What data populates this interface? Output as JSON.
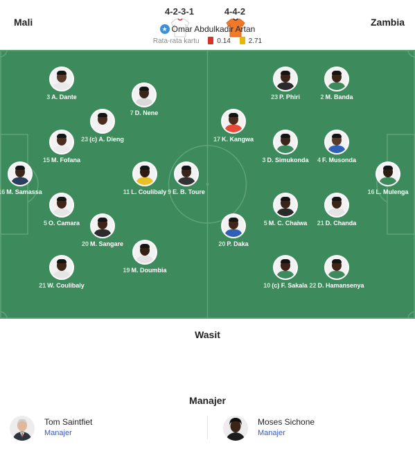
{
  "header": {
    "home_team": "Mali",
    "away_team": "Zambia",
    "home_formation": "4-2-3-1",
    "away_formation": "4-4-2",
    "home_kit_color": "#ffffff",
    "away_kit_color": "#f07a2a"
  },
  "home_players": [
    {
      "num": "3",
      "name": "A. Dante",
      "skin": "#5a3a2a",
      "shirt": "#e9e9e9"
    },
    {
      "num": "7",
      "name": "D. Nene",
      "skin": "#3b2418",
      "shirt": "#d9d9d9"
    },
    {
      "num": "23",
      "name": "(c) A. Dieng",
      "skin": "#4a2c1f",
      "shirt": "#f1f1f1"
    },
    {
      "num": "15",
      "name": "M. Fofana",
      "skin": "#4b2e20",
      "shirt": "#ececec"
    },
    {
      "num": "16",
      "name": "M. Samassa",
      "skin": "#3c2519",
      "shirt": "#2b3d5c"
    },
    {
      "num": "11",
      "name": "L. Coulibaly",
      "skin": "#2f1c13",
      "shirt": "#e8c12a"
    },
    {
      "num": "9",
      "name": "E. B. Toure",
      "skin": "#3a2319",
      "shirt": "#333333"
    },
    {
      "num": "5",
      "name": "O. Camara",
      "skin": "#402618",
      "shirt": "#e6e6e6"
    },
    {
      "num": "20",
      "name": "M. Sangare",
      "skin": "#3e2417",
      "shirt": "#2c2c2c"
    },
    {
      "num": "19",
      "name": "M. Doumbia",
      "skin": "#352015",
      "shirt": "#e3e3e3"
    },
    {
      "num": "21",
      "name": "W. Coulibaly",
      "skin": "#3d2518",
      "shirt": "#e5e5e5"
    }
  ],
  "away_players": [
    {
      "num": "17",
      "name": "K. Kangwa",
      "skin": "#4a2c1f",
      "shirt": "#e84a3a"
    },
    {
      "num": "20",
      "name": "P. Daka",
      "skin": "#3f2619",
      "shirt": "#2f5fb7"
    },
    {
      "num": "23",
      "name": "P. Phiri",
      "skin": "#3a2318",
      "shirt": "#2a2a2a"
    },
    {
      "num": "2",
      "name": "M. Banda",
      "skin": "#3b2418",
      "shirt": "#3d8b5c"
    },
    {
      "num": "3",
      "name": "D. Simukonda",
      "skin": "#3d2519",
      "shirt": "#3d8b5c"
    },
    {
      "num": "4",
      "name": "F. Musonda",
      "skin": "#5a3a2a",
      "shirt": "#2f5fb7"
    },
    {
      "num": "16",
      "name": "L. Mulenga",
      "skin": "#2f1c13",
      "shirt": "#3d8b5c"
    },
    {
      "num": "5",
      "name": "M. C. Chaiwa",
      "skin": "#3b2418",
      "shirt": "#2a2a2a"
    },
    {
      "num": "21",
      "name": "D. Chanda",
      "skin": "#3c2419",
      "shirt": "#e3e3e3"
    },
    {
      "num": "10",
      "name": "(c) F. Sakala",
      "skin": "#3a2318",
      "shirt": "#3d8b5c"
    },
    {
      "num": "22",
      "name": "D. Hamansenya",
      "skin": "#3e2518",
      "shirt": "#3d8b5c"
    }
  ],
  "referee": {
    "title": "Wasit",
    "name": "Omar Abdulkadir Artan",
    "avg_label": "Rata-rata kartu",
    "red_avg": "0.14",
    "yellow_avg": "2.71",
    "red_color": "#d8322a",
    "yellow_color": "#e6b800"
  },
  "managers": {
    "title": "Manajer",
    "home": {
      "name": "Tom Saintfiet",
      "role": "Manajer"
    },
    "away": {
      "name": "Moses Sichone",
      "role": "Manajer"
    }
  }
}
